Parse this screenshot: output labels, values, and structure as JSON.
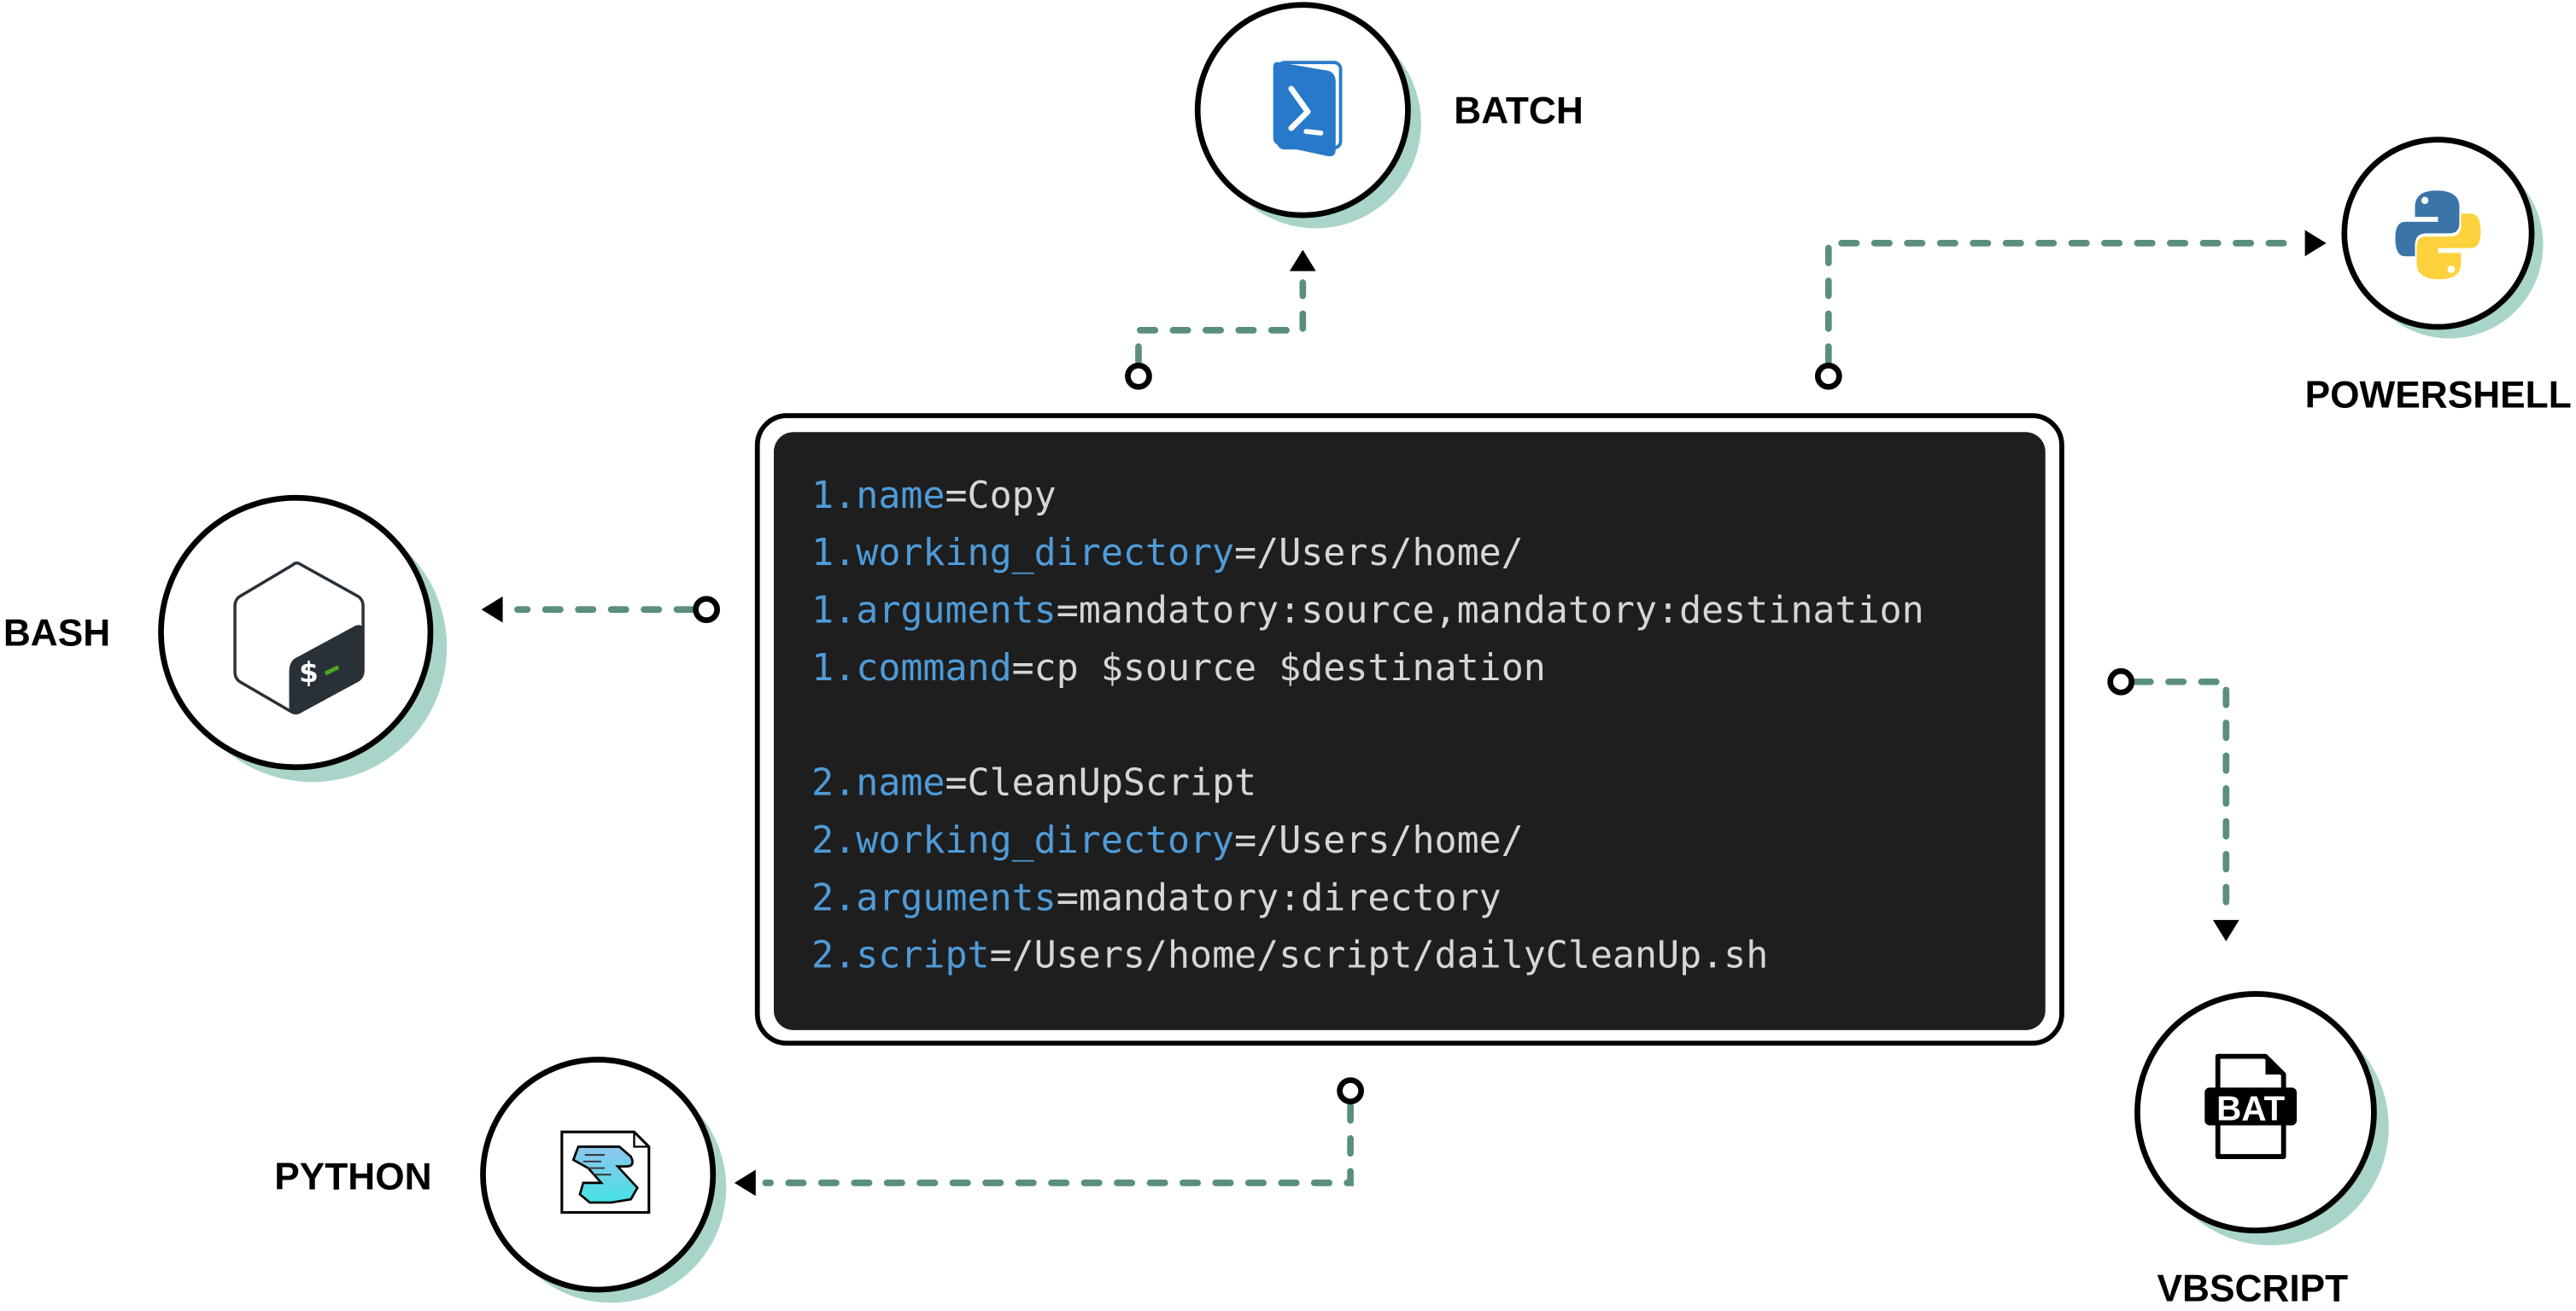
{
  "nodes": {
    "batch": {
      "label": "BATCH",
      "icon": "powershell-icon"
    },
    "powershell": {
      "label": "POWERSHELL",
      "icon": "python-icon"
    },
    "bash": {
      "label": "BASH",
      "icon": "bash-icon"
    },
    "python": {
      "label": "PYTHON",
      "icon": "script-file-icon"
    },
    "vbscript": {
      "label": "VBSCRIPT",
      "icon": "bat-file-icon",
      "icon_text": "BAT"
    }
  },
  "code": {
    "lines": [
      {
        "key": "1.name",
        "value": "=Copy"
      },
      {
        "key": "1.working_directory",
        "value": "=/Users/home/"
      },
      {
        "key": "1.arguments",
        "value": "=mandatory:source,mandatory:destination"
      },
      {
        "key": "1.command",
        "value": "=cp $source $destination"
      },
      {
        "key": "2.name",
        "value": "=CleanUpScript"
      },
      {
        "key": "2.working_directory",
        "value": "=/Users/home/"
      },
      {
        "key": "2.arguments",
        "value": "=mandatory:directory"
      },
      {
        "key": "2.script",
        "value": "=/Users/home/script/dailyCleanUp.sh"
      }
    ]
  },
  "colors": {
    "connector": "#5a8f7e",
    "shadow": "#a9d4c9",
    "code_bg": "#1e1e1e",
    "code_key": "#4f9bd8",
    "code_value": "#d6d6d6"
  }
}
